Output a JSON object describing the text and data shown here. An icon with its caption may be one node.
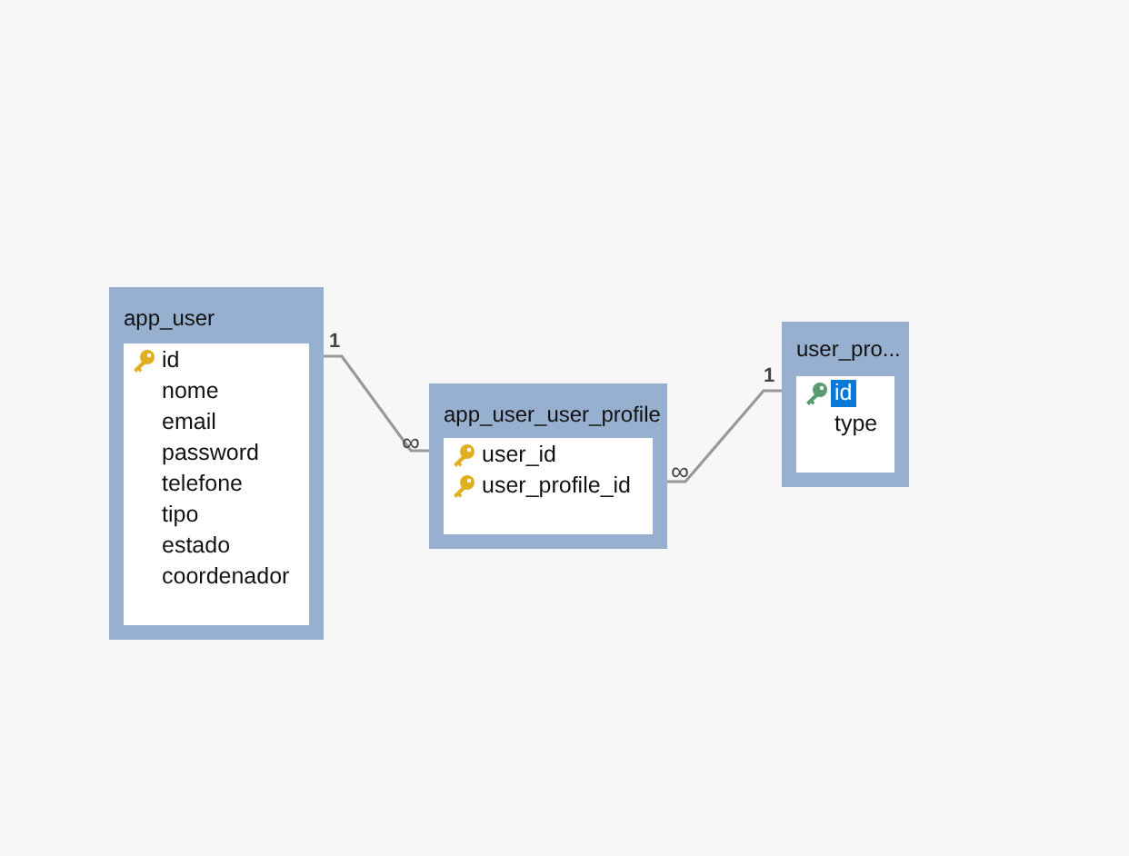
{
  "diagram": {
    "nodes": [
      {
        "text": [
          "app_user",
          "id",
          "nome",
          "email",
          "password",
          "telefone",
          "tipo",
          "estado",
          "coordenador"
        ]
      },
      {
        "text": [
          "app_user_user_profile",
          "user_id",
          "user_profile_id"
        ]
      },
      {
        "text": [
          "user_pro...",
          "id",
          "type"
        ]
      }
    ],
    "edges": [
      {
        "from": 0,
        "to": 1,
        "arrow": "none",
        "color": "#999999"
      },
      {
        "from": 1,
        "to": 2,
        "arrow": "none",
        "color": "#999999"
      }
    ],
    "labels": [
      "1",
      "1",
      "∞",
      "∞"
    ]
  }
}
